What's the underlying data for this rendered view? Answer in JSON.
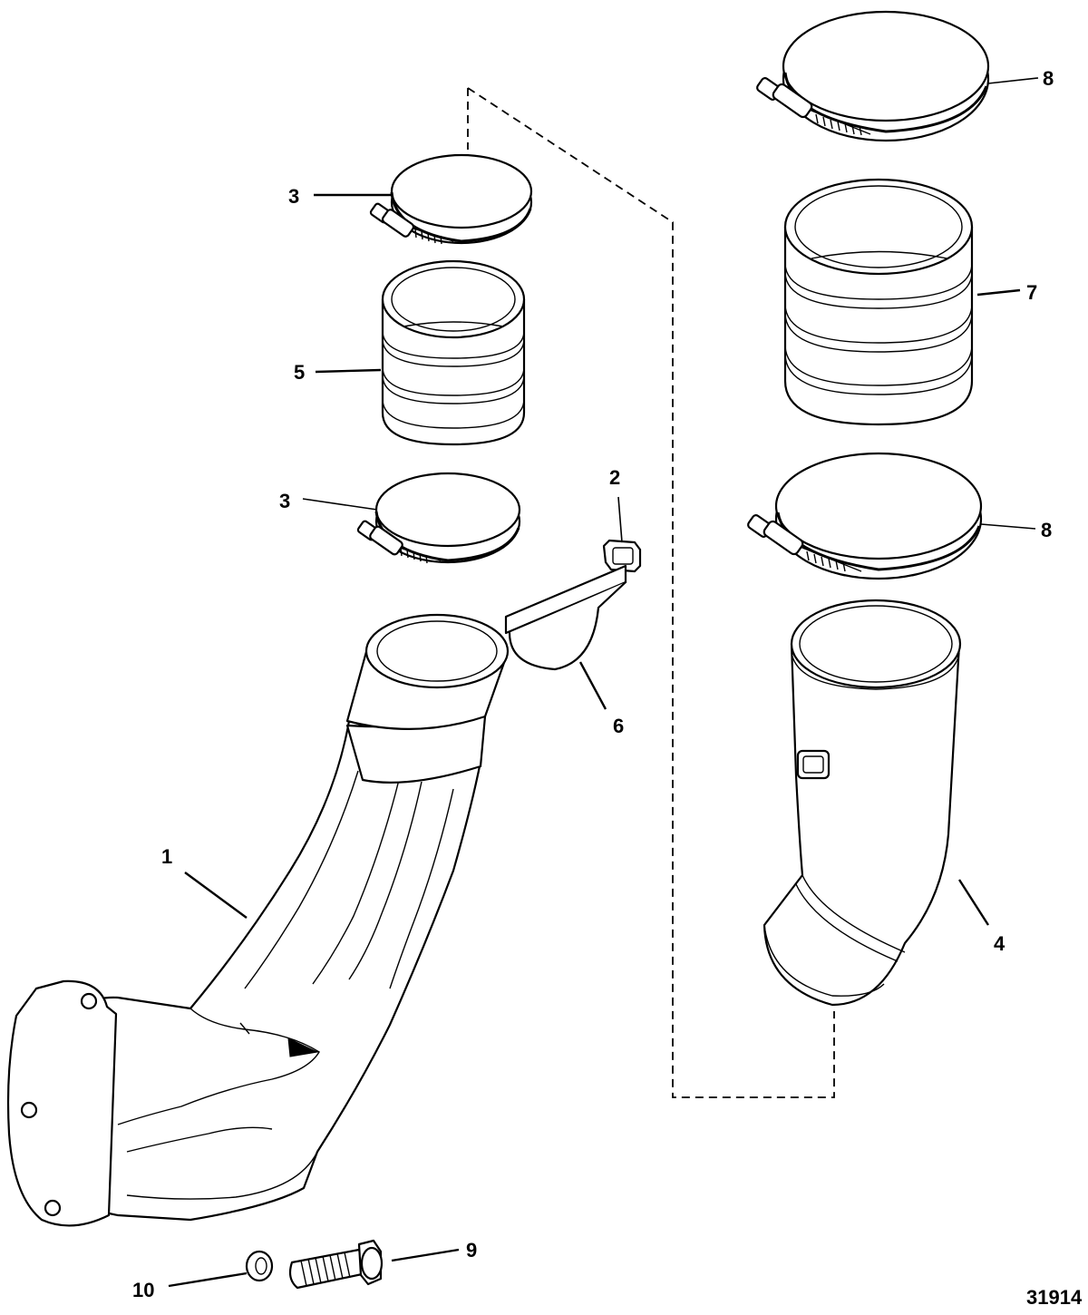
{
  "callouts": [
    {
      "id": "c1",
      "text": "1"
    },
    {
      "id": "c2",
      "text": "2"
    },
    {
      "id": "c3a",
      "text": "3"
    },
    {
      "id": "c3b",
      "text": "3"
    },
    {
      "id": "c4",
      "text": "4"
    },
    {
      "id": "c5",
      "text": "5"
    },
    {
      "id": "c6",
      "text": "6"
    },
    {
      "id": "c7",
      "text": "7"
    },
    {
      "id": "c8a",
      "text": "8"
    },
    {
      "id": "c8b",
      "text": "8"
    },
    {
      "id": "c9",
      "text": "9"
    },
    {
      "id": "c10",
      "text": "10"
    }
  ],
  "figure_number": "31914"
}
